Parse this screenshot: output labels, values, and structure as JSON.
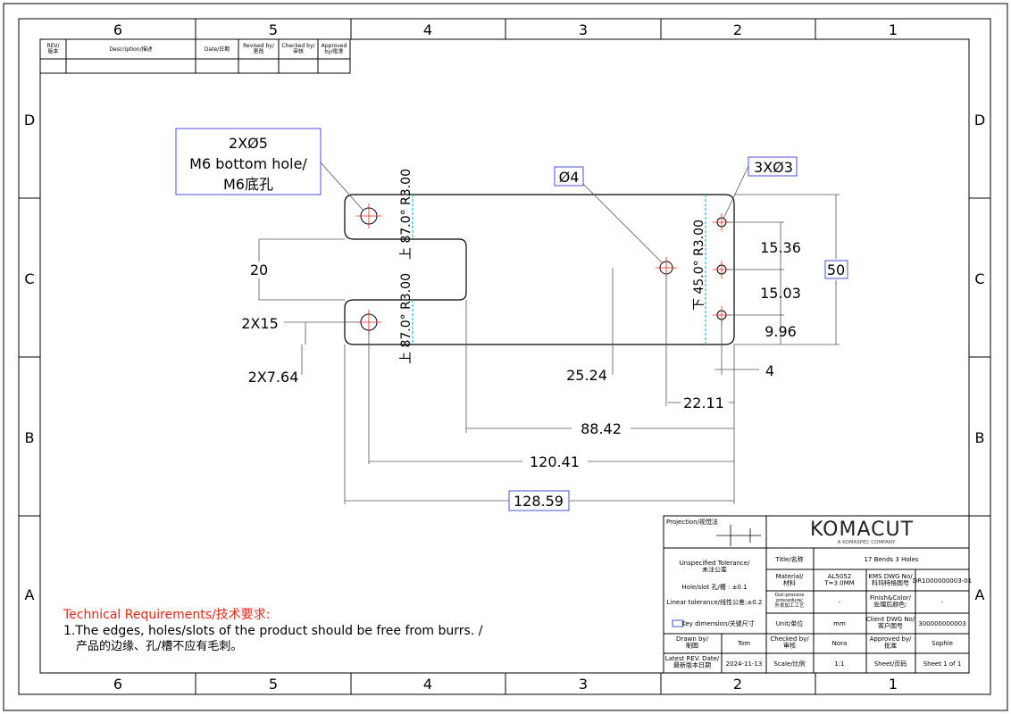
{
  "border": {
    "columns": [
      "6",
      "5",
      "4",
      "3",
      "2",
      "1"
    ],
    "rows": [
      "D",
      "C",
      "B",
      "A"
    ]
  },
  "revision_table": {
    "headers": [
      "REV/\n版本",
      "Description/描述",
      "Date/日期",
      "Revised by/\n更改",
      "Checked by/\n审核",
      "Approved\nby/批准"
    ]
  },
  "callouts": {
    "holes_note_line1": "2XØ5",
    "holes_note_line2": "M6 bottom hole/",
    "holes_note_line3": "M6底孔",
    "center_hole": "Ø4",
    "three_holes": "3XØ3"
  },
  "bend_labels": {
    "bend_1": "上 87.0° R3.00",
    "bend_2": "上 87.0° R3.00",
    "bend_3": "下 45.0° R3.00"
  },
  "dimensions": {
    "slot_width": "20",
    "slot_depth_2x": "2X15",
    "edge_2x": "2X7.64",
    "pitch_upper": "15.36",
    "pitch_lower": "15.03",
    "bottom_offset": "9.96",
    "overall_height": "50",
    "hole_x": "25.24",
    "edge_offset": "4",
    "small_offset": "22.11",
    "slot_length": "88.42",
    "hole_to_right": "120.41",
    "overall_length": "128.59"
  },
  "title_block": {
    "projection_label": "Projection/视觉法",
    "company": "KOMACUT",
    "company_tagline": "A KOMASPEC COMPANY",
    "unspecified_tolerance": "Unspecified Tolerance/\n未注公差",
    "hole_slot_tol": "Hole/slot 孔/槽 : ±0.1",
    "linear_tol": "Linear tolerance/线性公差:±0.2",
    "key_dimension": "Key dimension/关键尺寸",
    "title_label": "Title/名称",
    "title_value": "17 Bends 3 Holes",
    "material_label": "Material/\n材料",
    "material_value": "AL5052\nT=3.0MM",
    "kms_dwg_label": "KMS DWG No/\n科玛特格图号",
    "kms_dwg_value": "DR1000000003-01",
    "out_process_label": "Out-process\nprocedure/\n外发加工工艺",
    "out_process_value": "-",
    "finish_label": "Finish&Color/\n处理后颜色:",
    "finish_value": "-",
    "unit_label": "Unit/单位",
    "unit_value": "mm",
    "client_dwg_label": "Client DWG No/\n客户图号",
    "client_dwg_value": "300000000003",
    "drawn_by_label": "Drawn by/\n制图",
    "drawn_by_value": "Tom",
    "checked_by_label": "Checked by/\n审核",
    "checked_by_value": "Nora",
    "approved_by_label": "Approved by/\n批准",
    "approved_by_value": "Sophie",
    "latest_rev_label": "Latest REV. Date/\n最新版本日期",
    "latest_rev_value": "2024-11-13",
    "scale_label": "Scale/比例",
    "scale_value": "1:1",
    "sheet_label": "Sheet/页码",
    "sheet_value": "Sheet 1 of 1"
  },
  "technical_requirements": {
    "title": "Technical Requirements/技术要求:",
    "line1": "1.The edges, holes/slots of the product should be free from burrs. /",
    "line2": "产品的边缘、孔/槽不应有毛刺。"
  },
  "colors": {
    "line": "#000000",
    "center_mark": "#e0261b",
    "bend_line": "#19c3d8",
    "key_box": "#4a4fd0",
    "dim_text_gray": "#555555"
  }
}
